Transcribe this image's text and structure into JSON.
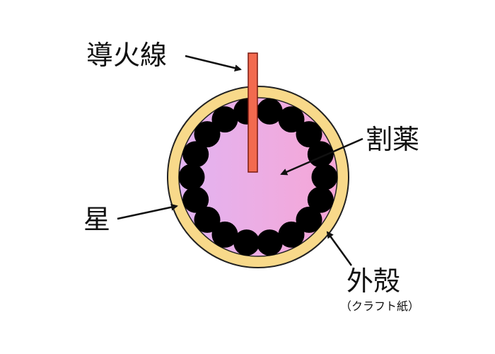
{
  "labels": {
    "fuse": "導火線",
    "burst_charge": "割薬",
    "stars": "星",
    "shell": "外殻",
    "shell_note": "（クラフト紙）"
  },
  "colors": {
    "shell_fill": "#f8d98a",
    "shell_stroke": "#222222",
    "inner_start": "#e2b4f2",
    "inner_end": "#f6a6d6",
    "star": "#000000",
    "fuse_fill": "#f26a4f",
    "fuse_stroke": "#7a1a10",
    "arrow": "#111111"
  },
  "stars_count": 18
}
